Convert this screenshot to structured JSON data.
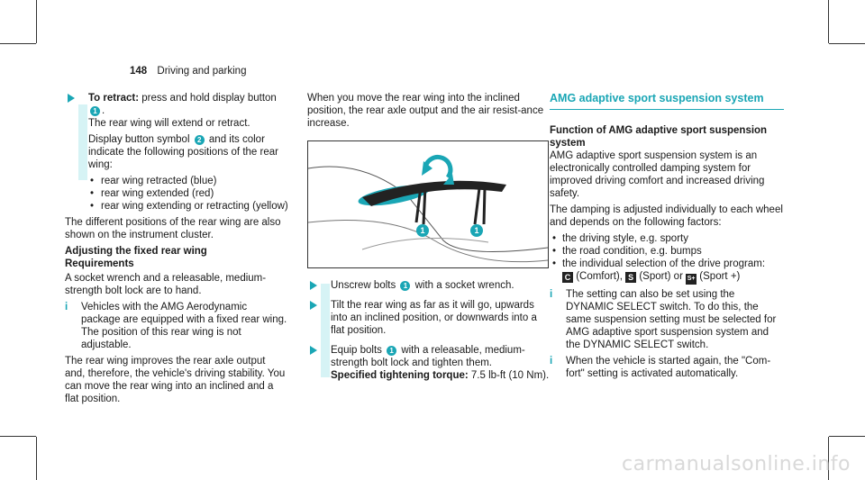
{
  "header": {
    "page_number": "148",
    "section": "Driving and parking"
  },
  "col1": {
    "step_title": "To retract:",
    "step_text": " press and hold display button",
    "step_badge": "1",
    "step_line2": "The rear wing will extend or retract.",
    "symbol_line_a": "Display button symbol",
    "symbol_badge": "2",
    "symbol_line_b": "and its color indicate the following positions of the rear wing:",
    "bullets": [
      "rear wing retracted (blue)",
      "rear wing extended (red)",
      "rear wing extending or retracting (yellow)"
    ],
    "para1": "The different positions of the rear wing are also shown on the instrument cluster.",
    "heading": "Adjusting the fixed rear wing",
    "subheading": "Requirements",
    "req_text": "A socket wrench and a releasable, medium-strength bolt lock are to hand.",
    "note_icon": "i",
    "note_text": "Vehicles with the AMG Aerodynamic package are equipped with a fixed rear wing. The position of this rear wing is not adjustable.",
    "para2": "The rear wing improves the rear axle output and, therefore, the vehicle's driving stability. You can move the rear wing into an inclined and a flat position."
  },
  "col2": {
    "intro": "When you move the rear wing into the inclined position, the rear axle output and the air resist-ance increase.",
    "figure_badges": [
      "1",
      "1"
    ],
    "steps": [
      {
        "a": "Unscrew bolts",
        "badge": "1",
        "b": "with a socket wrench."
      },
      {
        "a": "Tilt the rear wing as far as it will go, upwards into an inclined position, or downwards into a flat position.",
        "badge": "",
        "b": ""
      },
      {
        "a": "Equip bolts",
        "badge": "1",
        "b": "with a releasable, medium-strength bolt lock and tighten them."
      }
    ],
    "torque_label": "Specified tightening torque:",
    "torque_value": " 7.5 lb-ft (10 Nm)."
  },
  "col3": {
    "section_title": "AMG adaptive sport suspension system",
    "heading": "Function of AMG adaptive sport suspension system",
    "para1": "AMG adaptive sport suspension system is an electronically controlled damping system for improved driving comfort and increased driving safety.",
    "para2": "The damping is adjusted individually to each wheel and depends on the following factors:",
    "bullets": [
      "the driving style, e.g. sporty",
      "the road condition, e.g. bumps"
    ],
    "bullet3_a": "the individual selection of the drive program:",
    "key_c": "C",
    "comfort": " (Comfort), ",
    "key_s": "S",
    "sport": " (Sport) or ",
    "key_sp": "S+",
    "sportplus": " (Sport +)",
    "note1_icon": "i",
    "note1": "The setting can also be set using the DYNAMIC SELECT switch. To do this, the same suspension setting must be selected for AMG adaptive sport suspension system and the DYNAMIC SELECT switch.",
    "note2_icon": "i",
    "note2": "When the vehicle is started again, the \"Com-fort\" setting is activated automatically."
  },
  "watermark": "carmanualsonline.info",
  "colors": {
    "accent": "#1aa6b5",
    "note_bar": "#d6f3f5"
  }
}
